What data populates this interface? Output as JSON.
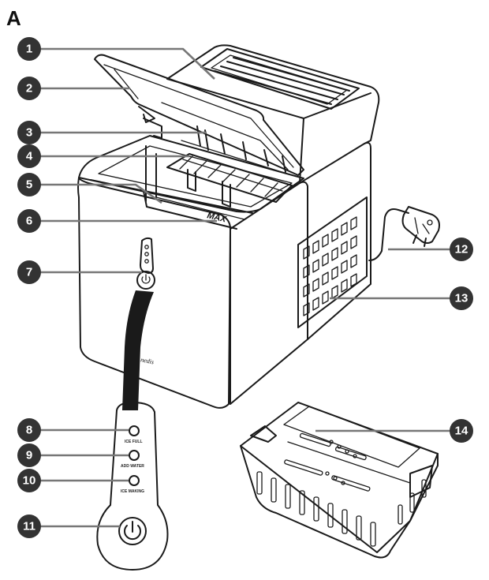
{
  "figure_label": "A",
  "brand_mark": "nedis",
  "max_mark": "MAX",
  "control_panel": {
    "ice_full": "ICE FULL",
    "add_water": "ADD WATER",
    "ice_making": "ICE MAKING"
  },
  "callouts": [
    "1",
    "2",
    "3",
    "4",
    "5",
    "6",
    "7",
    "8",
    "9",
    "10",
    "11",
    "12",
    "13",
    "14"
  ]
}
